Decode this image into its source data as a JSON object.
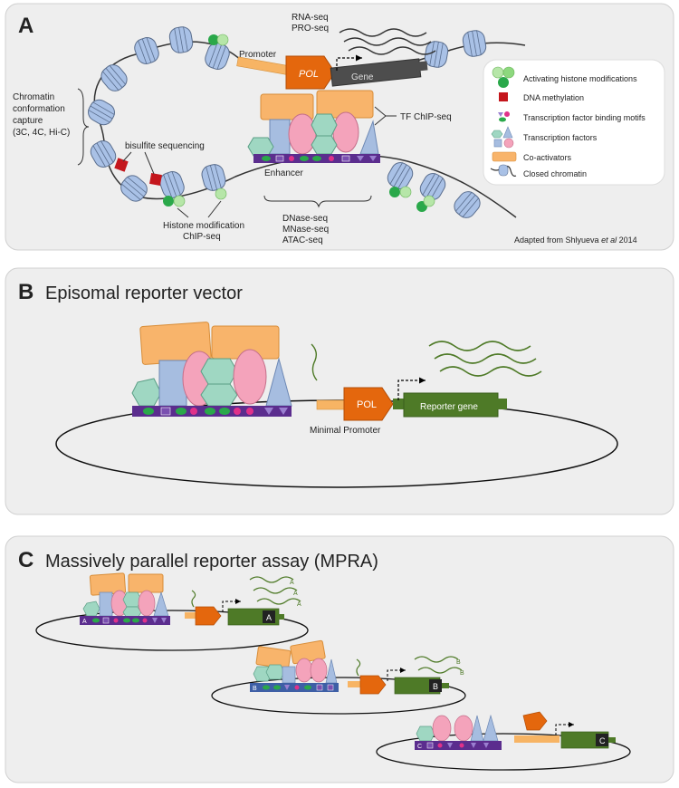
{
  "panel_a": {
    "letter": "A",
    "assays": {
      "rna_seq": "RNA-seq",
      "pro_seq": "PRO-seq",
      "chromatin_capture_1": "Chromatin",
      "chromatin_capture_2": "conformation",
      "chromatin_capture_3": "capture",
      "chromatin_capture_4": "(3C, 4C, Hi-C)",
      "bisulfite": "bisulfite sequencing",
      "histone_chip_1": "Histone modification",
      "histone_chip_2": "ChIP-seq",
      "tf_chip": "TF ChIP-seq",
      "dnase": "DNase-seq",
      "mnase": "MNase-seq",
      "atac": "ATAC-seq"
    },
    "elements": {
      "promoter": "Promoter",
      "pol": "POL",
      "gene": "Gene",
      "enhancer": "Enhancer"
    },
    "legend": {
      "activating_histone": "Activating histone modifications",
      "dna_methylation": "DNA methylation",
      "tf_motifs": "Transcription factor binding motifs",
      "tfs": "Transcription factors",
      "coactivators": "Co-activators",
      "closed_chromatin": "Closed chromatin"
    },
    "citation_prefix": "Adapted from Shlyueva",
    "citation_etal": "et al",
    "citation_year": "2014"
  },
  "panel_b": {
    "letter": "B",
    "title": "Episomal reporter vector",
    "pol": "POL",
    "reporter": "Reporter gene",
    "minimal_promoter": "Minimal Promoter"
  },
  "panel_c": {
    "letter": "C",
    "title": "Massively parallel reporter assay (MPRA)",
    "barcodes": [
      "A",
      "B",
      "C"
    ]
  },
  "colors": {
    "panel_bg": "#eeeeee",
    "nucleosome": "#a9c1e6",
    "pol": "#e4670d",
    "gene": "#4d4d4d",
    "promoter": "#f7b464",
    "reporter": "#4e7a27",
    "coactivator": "#f8b46b",
    "tf_pink": "#f4a3bb",
    "tf_teal": "#9fd7c2",
    "tf_blue": "#a6bde0",
    "enhancer_bar": "#5b2d8e",
    "methyl": "#c4161c",
    "histone_green": "#2aa84a",
    "histone_light": "#b6e6a8"
  }
}
